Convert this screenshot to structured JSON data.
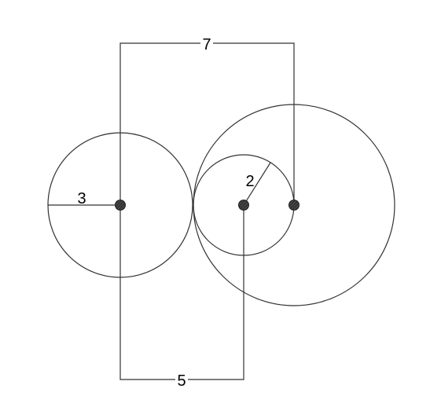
{
  "labels": {
    "top_distance": "7",
    "bottom_distance": "5",
    "left_radius": "3",
    "inner_radius": "2"
  },
  "colors": {
    "stroke": "#333333",
    "center_fill": "#333333",
    "text": "#000000",
    "background": "#ffffff"
  }
}
